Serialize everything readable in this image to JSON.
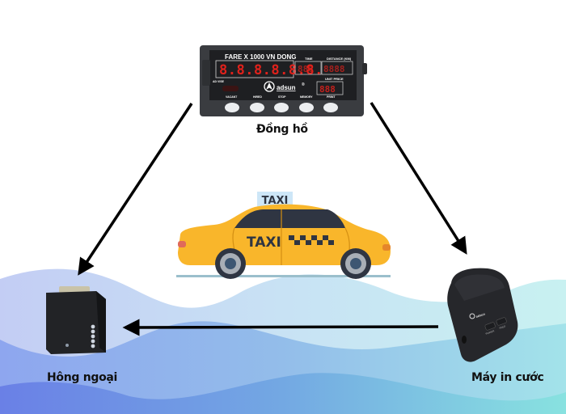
{
  "diagram": {
    "title": "Taxi meter system diagram",
    "nodes": {
      "meter": {
        "label": "Đồng hồ",
        "device": {
          "header": "FARE X 1000 VN DONG",
          "fare_digits": "8.8.8.8.8.8.",
          "time_label": "TIME",
          "time_digits": "888",
          "distance_label": "DISTANCE (KM)",
          "distance_digits": "8888",
          "unit_price_label": "UNIT PRICE",
          "unit_price_digits": "888",
          "ad_label": "AD VISE",
          "brand": "adsun",
          "buttons": [
            "VACANT",
            "HIRED",
            "STOP",
            "MEMORY",
            "PRINT"
          ]
        }
      },
      "infrared": {
        "label": "Hông ngoại"
      },
      "printer": {
        "label": "Máy in cước",
        "device": {
          "brand": "adsun",
          "buttons": [
            "POWER",
            "FEED"
          ]
        }
      },
      "taxi": {
        "roof_sign": "TAXI",
        "door_text": "TAXI"
      }
    },
    "edges": [
      {
        "from": "meter",
        "to": "infrared"
      },
      {
        "from": "meter",
        "to": "printer"
      },
      {
        "from": "printer",
        "to": "infrared"
      }
    ],
    "colors": {
      "taxi_yellow": "#f9b62b",
      "taxi_dark": "#2f3542",
      "sign_blue": "#cde6f7",
      "wave_left": "#6c84e6",
      "wave_right": "#8fe3e1",
      "display_red": "#e0211b",
      "arrow": "#000000"
    }
  }
}
